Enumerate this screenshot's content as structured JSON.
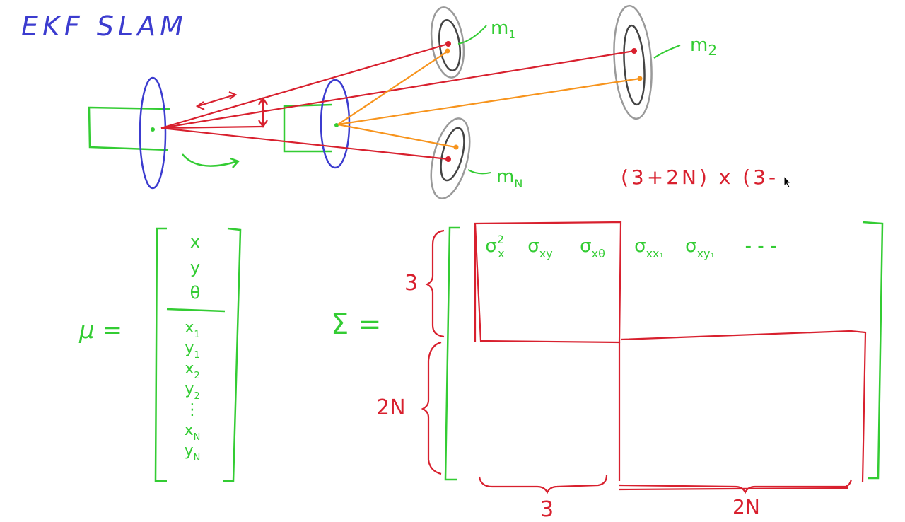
{
  "title": "EKF SLAM",
  "colors": {
    "title": "#3c3ccf",
    "robot_pose": "#3c3ccf",
    "robot_body": "#33cc33",
    "laser": "#d8202e",
    "observation": "#f7941d",
    "uncertainty_outer": "#9a9a9a",
    "uncertainty_inner": "#444444",
    "vector": "#33cc33",
    "matrix": "#d8202e"
  },
  "landmarks": {
    "m1": "m",
    "m1_sub": "1",
    "m2": "m",
    "m2_sub": "2",
    "mN": "m",
    "mN_sub": "N"
  },
  "dimension_text": "(3+2N) x (3-",
  "mu_symbol": "μ =",
  "mu_vector": {
    "pose": [
      {
        "base": "x",
        "sub": ""
      },
      {
        "base": "y",
        "sub": ""
      },
      {
        "base": "θ",
        "sub": ""
      }
    ],
    "landmarks": [
      {
        "base": "x",
        "sub": "1"
      },
      {
        "base": "y",
        "sub": "1"
      },
      {
        "base": "x",
        "sub": "2"
      },
      {
        "base": "y",
        "sub": "2"
      },
      {
        "base": "⋮",
        "sub": ""
      },
      {
        "base": "x",
        "sub": "N"
      },
      {
        "base": "y",
        "sub": "N"
      }
    ]
  },
  "sigma_symbol": "Σ =",
  "sigma_row": [
    {
      "base": "σ",
      "sub": "x",
      "sup": "2"
    },
    {
      "base": "σ",
      "sub": "xy",
      "sup": ""
    },
    {
      "base": "σ",
      "sub": "xθ",
      "sup": ""
    },
    {
      "base": "σ",
      "sub": "xx₁",
      "sup": ""
    },
    {
      "base": "σ",
      "sub": "xy₁",
      "sup": ""
    },
    {
      "base": "- - -",
      "sub": "",
      "sup": ""
    }
  ],
  "block_labels": {
    "rows_top": "3",
    "rows_bottom": "2N",
    "cols_left": "3",
    "cols_right": "2N"
  }
}
